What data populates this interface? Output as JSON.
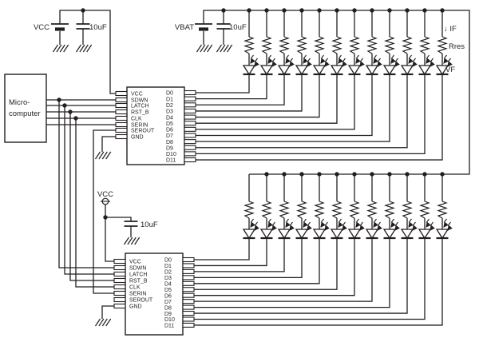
{
  "colors": {
    "ink": "#231f20",
    "background": "#ffffff"
  },
  "power_top_left": {
    "label": "VCC",
    "capacitor": "10uF"
  },
  "power_vbat": {
    "label": "VBAT",
    "capacitor": "10uF"
  },
  "power_mid": {
    "label": "VCC",
    "capacitor": "10uF"
  },
  "microcomputer": {
    "label_line1": "Micro-",
    "label_line2": "computer"
  },
  "driver_ic": {
    "left_pins": [
      "VCC",
      "SDWN",
      "LATCH",
      "RST_B",
      "CLK",
      "SERIN",
      "SEROUT",
      "GND"
    ],
    "right_pins": [
      "D0",
      "D1",
      "D2",
      "D3",
      "D4",
      "D5",
      "D6",
      "D7",
      "D8",
      "D9",
      "D10",
      "D11"
    ]
  },
  "led_array": {
    "banks": 2,
    "columns_per_bank": 12,
    "current_label": "↓ IF",
    "resistor_label": "Rres",
    "voltage_label": "VF"
  }
}
